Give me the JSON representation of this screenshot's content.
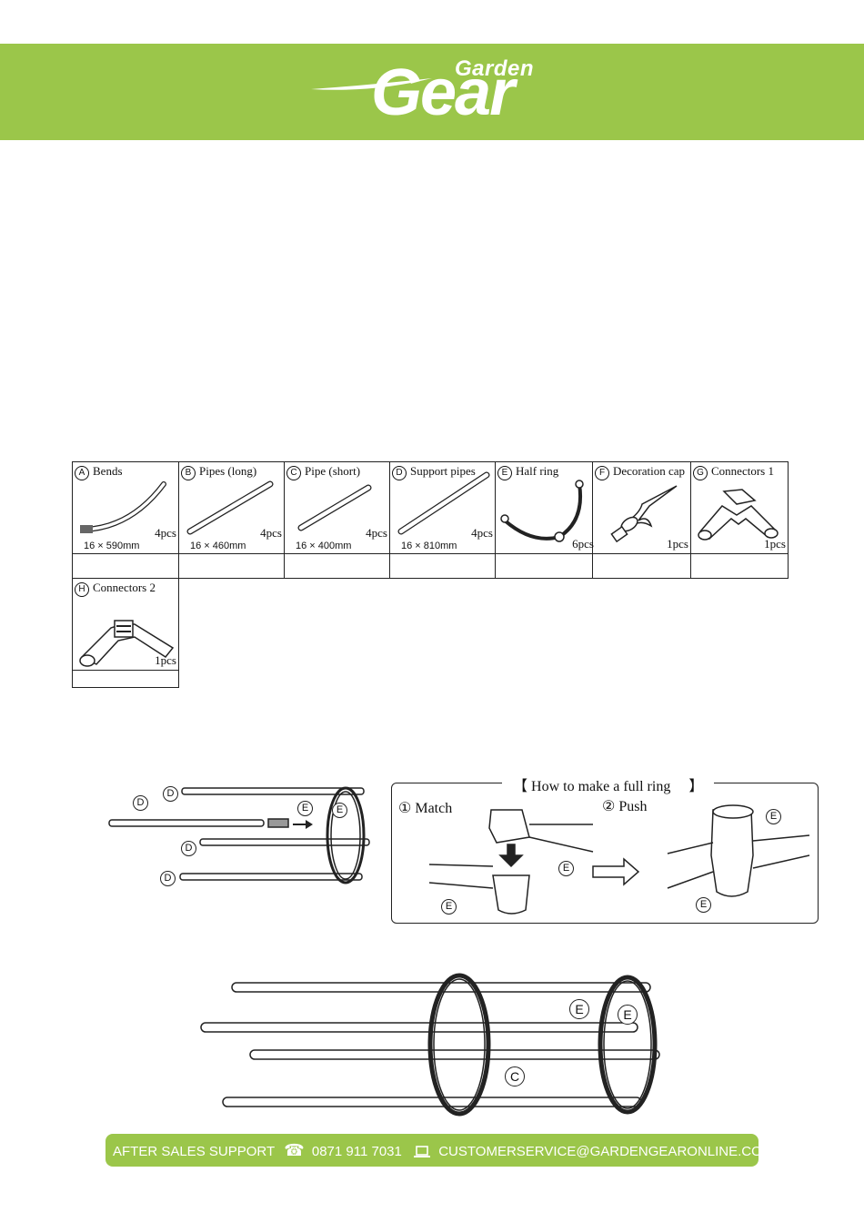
{
  "brand": {
    "small": "Garden",
    "big": "Gear"
  },
  "parts": [
    {
      "letter": "A",
      "name": "Bends",
      "qty": "4pcs",
      "dim": "16 × 590mm"
    },
    {
      "letter": "B",
      "name": "Pipes (long)",
      "qty": "4pcs",
      "dim": "16 × 460mm"
    },
    {
      "letter": "C",
      "name": "Pipe (short)",
      "qty": "4pcs",
      "dim": "16 × 400mm"
    },
    {
      "letter": "D",
      "name": "Support pipes",
      "qty": "4pcs",
      "dim": "16 × 810mm"
    },
    {
      "letter": "E",
      "name": "Half ring",
      "qty": "6pcs",
      "dim": ""
    },
    {
      "letter": "F",
      "name": "Decoration cap",
      "qty": "1pcs",
      "dim": ""
    },
    {
      "letter": "G",
      "name": "Connectors 1",
      "qty": "1pcs",
      "dim": ""
    },
    {
      "letter": "H",
      "name": "Connectors 2",
      "qty": "1pcs",
      "dim": ""
    }
  ],
  "assembly": {
    "title": "How to make a full ring",
    "step1": "① Match",
    "step2": "② Push",
    "labels": {
      "d": "D",
      "e": "E",
      "c": "C"
    }
  },
  "footer": {
    "support_label": "AFTER SALES SUPPORT",
    "phone": "0871 911 7031",
    "email": "CUSTOMERSERVICE@GARDENGEARONLINE.CO.UK",
    "phone_icon": "phone-icon",
    "laptop_icon": "laptop-icon"
  },
  "colors": {
    "brand_green": "#9bc64a",
    "white": "#ffffff",
    "ink": "#111111"
  }
}
